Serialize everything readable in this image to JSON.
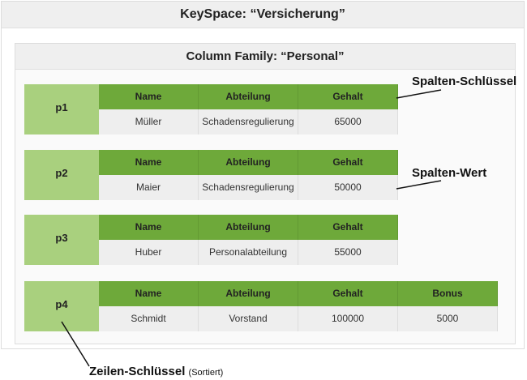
{
  "keyspace_title": "KeySpace: “Versicherung”",
  "column_family_title": "Column Family: “Personal”",
  "rows": [
    {
      "key": "p1",
      "columns": [
        "Name",
        "Abteilung",
        "Gehalt"
      ],
      "values": [
        "Müller",
        "Schadensregulierung",
        "65000"
      ]
    },
    {
      "key": "p2",
      "columns": [
        "Name",
        "Abteilung",
        "Gehalt"
      ],
      "values": [
        "Maier",
        "Schadensregulierung",
        "50000"
      ]
    },
    {
      "key": "p3",
      "columns": [
        "Name",
        "Abteilung",
        "Gehalt"
      ],
      "values": [
        "Huber",
        "Personalabteilung",
        "55000"
      ]
    },
    {
      "key": "p4",
      "columns": [
        "Name",
        "Abteilung",
        "Gehalt",
        "Bonus"
      ],
      "values": [
        "Schmidt",
        "Vorstand",
        "100000",
        "5000"
      ]
    }
  ],
  "annotations": {
    "column_key": "Spalten-Schlüssel",
    "column_value": "Spalten-Wert",
    "row_key": "Zeilen-Schlüssel",
    "row_key_note": "(Sortiert)"
  },
  "colors": {
    "header_green": "#6ea93a",
    "key_green": "#a9d07e",
    "value_gray": "#eeeeee"
  }
}
